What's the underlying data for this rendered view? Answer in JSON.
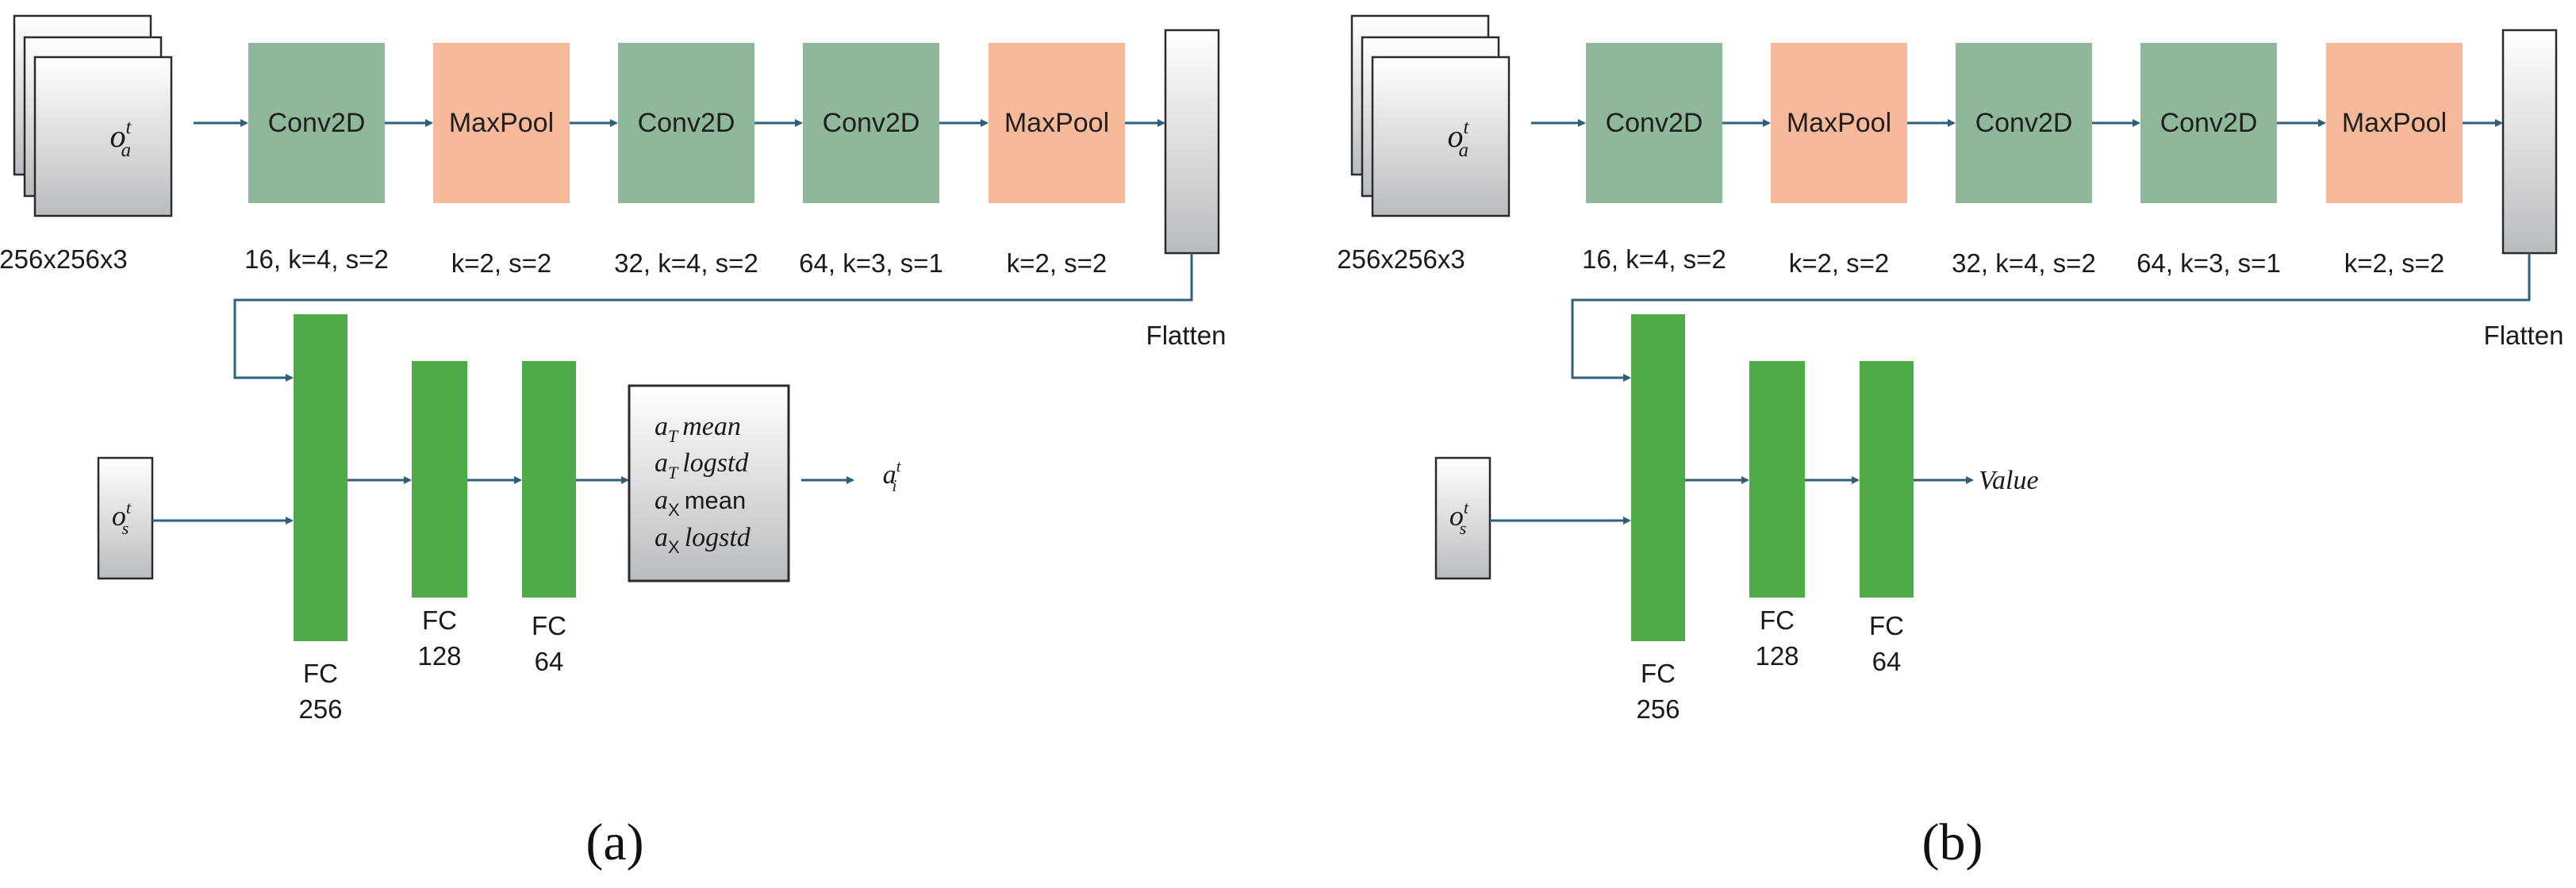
{
  "colors": {
    "conv": "#8fb89b",
    "pool": "#f6b99a",
    "fc": "#4faa48",
    "arrow": "#2e5f7c"
  },
  "panels": [
    {
      "id": "a",
      "caption": "(a)",
      "input_image": {
        "sym": "o",
        "sup": "t",
        "sub": "a",
        "label": "256x256x3"
      },
      "cnn": [
        {
          "type": "conv",
          "name": "Conv2D",
          "label": "16, k=4, s=2"
        },
        {
          "type": "pool",
          "name": "MaxPool",
          "label": "k=2, s=2"
        },
        {
          "type": "conv",
          "name": "Conv2D",
          "label": "32, k=4, s=2"
        },
        {
          "type": "conv",
          "name": "Conv2D",
          "label": "64, k=3, s=1"
        },
        {
          "type": "pool",
          "name": "MaxPool",
          "label": "k=2, s=2"
        }
      ],
      "flatten_label": "Flatten",
      "state_input": {
        "sym": "o",
        "sup": "t",
        "sub": "s"
      },
      "fc": [
        {
          "name": "FC",
          "size": "256"
        },
        {
          "name": "FC",
          "size": "128"
        },
        {
          "name": "FC",
          "size": "64"
        }
      ],
      "head": {
        "lines": [
          {
            "sym": "a",
            "sub": "T",
            "rest": "mean"
          },
          {
            "sym": "a",
            "sub": "T",
            "rest": "logstd"
          },
          {
            "sym": "a",
            "sub": "X",
            "rest": "mean"
          },
          {
            "sym": "a",
            "sub": "X",
            "rest": "logstd"
          }
        ]
      },
      "output": {
        "sym": "a",
        "sup": "t",
        "sub": "i"
      }
    },
    {
      "id": "b",
      "caption": "(b)",
      "input_image": {
        "sym": "o",
        "sup": "t",
        "sub": "a",
        "label": "256x256x3"
      },
      "cnn": [
        {
          "type": "conv",
          "name": "Conv2D",
          "label": "16, k=4, s=2"
        },
        {
          "type": "pool",
          "name": "MaxPool",
          "label": "k=2, s=2"
        },
        {
          "type": "conv",
          "name": "Conv2D",
          "label": "32, k=4, s=2"
        },
        {
          "type": "conv",
          "name": "Conv2D",
          "label": "64, k=3, s=1"
        },
        {
          "type": "pool",
          "name": "MaxPool",
          "label": "k=2, s=2"
        }
      ],
      "flatten_label": "Flatten",
      "state_input": {
        "sym": "o",
        "sup": "t",
        "sub": "s"
      },
      "fc": [
        {
          "name": "FC",
          "size": "256"
        },
        {
          "name": "FC",
          "size": "128"
        },
        {
          "name": "FC",
          "size": "64"
        }
      ],
      "head": null,
      "output": {
        "text": "Value"
      }
    }
  ]
}
